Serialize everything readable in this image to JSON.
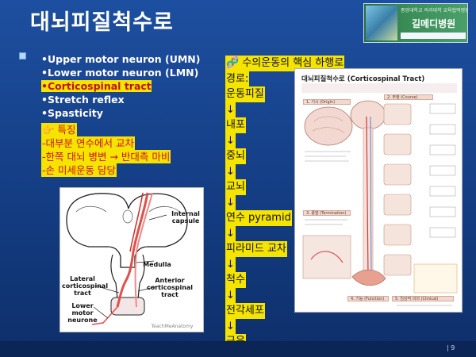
{
  "slide": {
    "title": "대뇌피질척수로",
    "page_number": "| 9"
  },
  "logo": {
    "subtitle": "중앙대학교 의과대학 교육협력병원",
    "name": "길메디병원"
  },
  "left_list": {
    "items": [
      "•Upper motor neuron (UMN)",
      "•Lower motor neuron (LMN)",
      "•Corticospinal tract",
      "•Stretch reflex",
      "•Spasticity"
    ]
  },
  "features": {
    "items": [
      "👉 특징",
      "-대부분 연수에서 교차",
      "-한쪽 대뇌 병변 → 반대측 마비",
      "-손 미세운동 담당"
    ]
  },
  "figure1": {
    "labels": {
      "internal_capsule": "Internal capsule",
      "medulla": "Medulla",
      "lateral_tract": "Lateral corticospinal tract",
      "anterior_tract": "Anterior corticospinal tract",
      "lower_motor": "Lower motor neurone",
      "credit": "TeachMeAnatomy"
    }
  },
  "pathway": {
    "lines": [
      "🧬 수의운동의 핵심 하행로",
      "경로:",
      "운동피질",
      "↓",
      "내포",
      "↓",
      "중뇌",
      "↓",
      "교뇌",
      "↓",
      "연수 pyramid",
      "↓",
      "피라미드 교차",
      "↓",
      "척수",
      "↓",
      "전각세포",
      "↓",
      "근육"
    ]
  },
  "figure2": {
    "title": "대뇌피질척수로 (Corticospinal Tract)",
    "sections": [
      "1. 기시 (Origin)",
      "2. 주행 (Course)",
      "3. 종말 (Termination)",
      "4. 기능 (Function)",
      "5. 임상적 의의 (Clinical)"
    ]
  },
  "colors": {
    "background": "#1d4fa0",
    "highlight": "#f5e400",
    "highlight_text": "#d01010",
    "tract_red": "#e0504a"
  }
}
